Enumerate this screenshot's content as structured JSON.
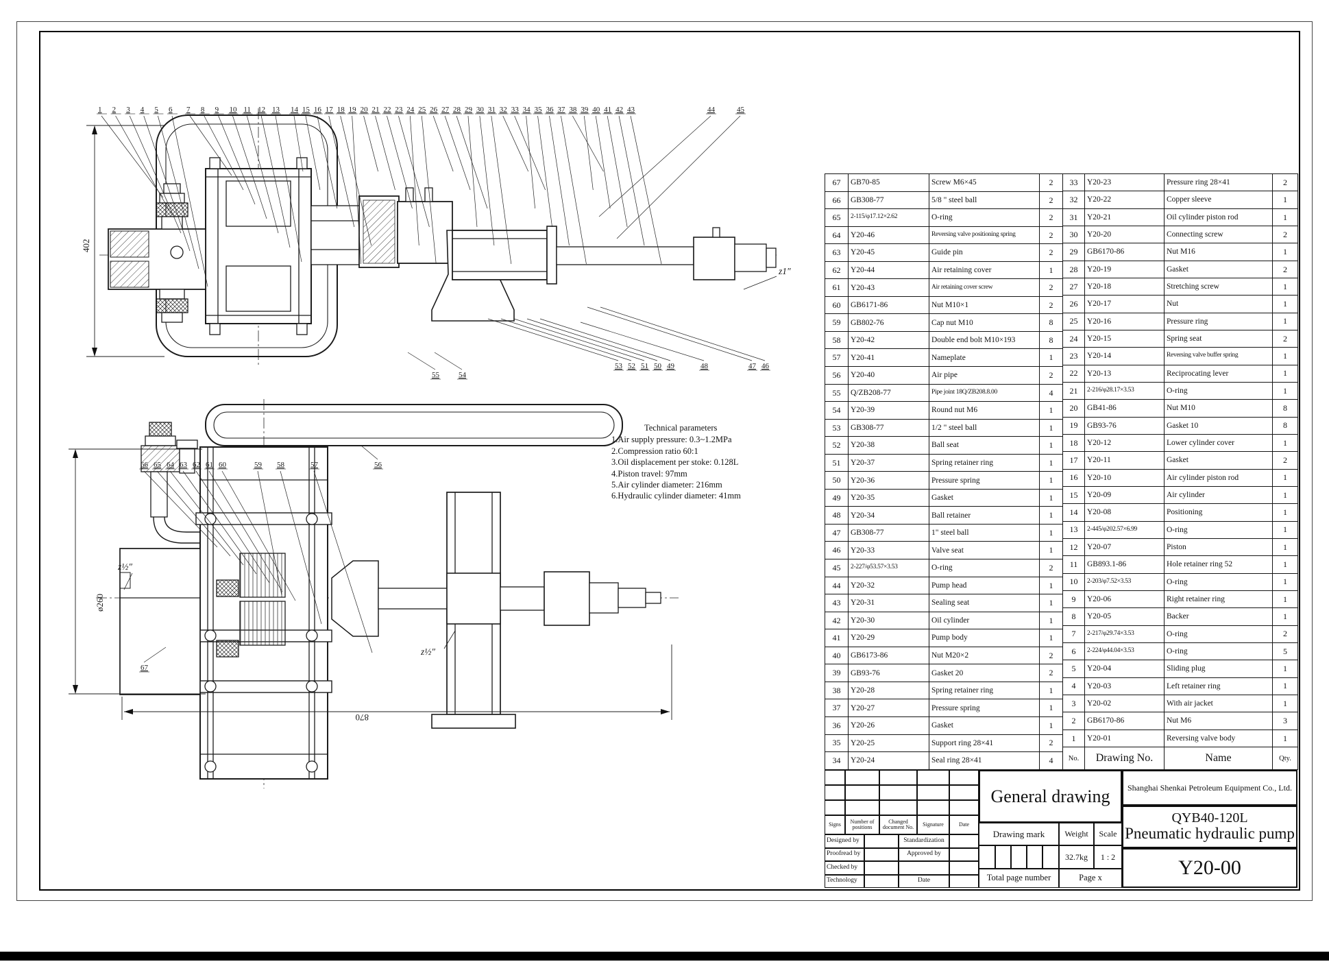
{
  "title_block": {
    "view_title": "General drawing",
    "company": "Shanghai Shenkai Petroleum Equipment Co., Ltd.",
    "model": "QYB40-120L",
    "product": "Pneumatic hydraulic pump",
    "drawing_no": "Y20-00",
    "drawing_mark_label": "Drawing mark",
    "weight_label": "Weight",
    "scale_label": "Scale",
    "weight_value": "32.7kg",
    "scale_value": "1 : 2",
    "total_page_label": "Total page number",
    "page_label": "Page x",
    "signs": "Signs",
    "positions": "Number of positions",
    "changed": "Changed document No.",
    "signature": "Signature",
    "date": "Date",
    "designed": "Designed by",
    "standardization": "Standardization",
    "proofread": "Proofread by",
    "approved": "Approved by",
    "checked": "Checked by",
    "technology": "Technology",
    "date2": "Date"
  },
  "tech_params": {
    "title": "Technical parameters",
    "lines": [
      "1.Air supply pressure: 0.3~1.2MPa",
      "2.Compression ratio 60:1",
      "3.Oil displacement per stoke: 0.128L",
      "4.Piston travel: 97mm",
      "5.Air cylinder diameter: 216mm",
      "6.Hydraulic cylinder diameter: 41mm"
    ]
  },
  "dims": {
    "height": "402",
    "diameter": "ø260",
    "length": "870"
  },
  "threads": {
    "t1": "z1″",
    "t2": "z½″",
    "t3": "z½″"
  },
  "callouts": {
    "top_row": [
      "1",
      "2",
      "3",
      "4",
      "5",
      "6",
      "7",
      "8",
      "9",
      "10",
      "11",
      "12",
      "13",
      "14",
      "15",
      "16",
      "17",
      "18",
      "19",
      "20",
      "21",
      "22",
      "23",
      "24",
      "25",
      "26",
      "27",
      "28",
      "29",
      "30",
      "31",
      "32",
      "33",
      "34",
      "35",
      "36",
      "37",
      "38",
      "39",
      "40",
      "41",
      "42",
      "43",
      "44",
      "45"
    ],
    "under_top_view": [
      "53",
      "52",
      "51",
      "50",
      "49",
      "48",
      "47",
      "46"
    ],
    "mid_labels": [
      "55",
      "54"
    ],
    "lower_row": [
      "66",
      "65",
      "64",
      "63",
      "62",
      "61",
      "60",
      "59",
      "58",
      "57",
      "56"
    ],
    "lower_left": "67"
  },
  "parts_left": {
    "rows": [
      [
        "67",
        "GB70-85",
        "Screw M6×45",
        "2"
      ],
      [
        "66",
        "GB308-77",
        "5/8 \" steel ball",
        "2"
      ],
      [
        "65",
        "2-115/φ17.12×2.62",
        "O-ring",
        "2"
      ],
      [
        "64",
        "Y20-46",
        "Reversing valve positioning spring",
        "2"
      ],
      [
        "63",
        "Y20-45",
        "Guide pin",
        "2"
      ],
      [
        "62",
        "Y20-44",
        "Air retaining cover",
        "1"
      ],
      [
        "61",
        "Y20-43",
        "Air retaining cover screw",
        "2"
      ],
      [
        "60",
        "GB6171-86",
        "Nut M10×1",
        "2"
      ],
      [
        "59",
        "GB802-76",
        "Cap nut M10",
        "8"
      ],
      [
        "58",
        "Y20-42",
        "Double end bolt M10×193",
        "8"
      ],
      [
        "57",
        "Y20-41",
        "Nameplate",
        "1"
      ],
      [
        "56",
        "Y20-40",
        "Air pipe",
        "2"
      ],
      [
        "55",
        "Q/ZB208-77",
        "Pipe joint 18Q/ZB208.8.00",
        "4"
      ],
      [
        "54",
        "Y20-39",
        "Round nut M6",
        "1"
      ],
      [
        "53",
        "GB308-77",
        "1/2 \" steel ball",
        "1"
      ],
      [
        "52",
        "Y20-38",
        "Ball seat",
        "1"
      ],
      [
        "51",
        "Y20-37",
        "Spring retainer ring",
        "1"
      ],
      [
        "50",
        "Y20-36",
        "Pressure spring",
        "1"
      ],
      [
        "49",
        "Y20-35",
        "Gasket",
        "1"
      ],
      [
        "48",
        "Y20-34",
        "Ball retainer",
        "1"
      ],
      [
        "47",
        "GB308-77",
        "1\" steel ball",
        "1"
      ],
      [
        "46",
        "Y20-33",
        "Valve seat",
        "1"
      ],
      [
        "45",
        "2-227/φ53.57×3.53",
        "O-ring",
        "2"
      ],
      [
        "44",
        "Y20-32",
        "Pump head",
        "1"
      ],
      [
        "43",
        "Y20-31",
        "Sealing seat",
        "1"
      ],
      [
        "42",
        "Y20-30",
        "Oil cylinder",
        "1"
      ],
      [
        "41",
        "Y20-29",
        "Pump body",
        "1"
      ],
      [
        "40",
        "GB6173-86",
        "Nut M20×2",
        "2"
      ],
      [
        "39",
        "GB93-76",
        "Gasket  20",
        "2"
      ],
      [
        "38",
        "Y20-28",
        "Spring retainer ring",
        "1"
      ],
      [
        "37",
        "Y20-27",
        "Pressure spring",
        "1"
      ],
      [
        "36",
        "Y20-26",
        "Gasket",
        "1"
      ],
      [
        "35",
        "Y20-25",
        "Support ring 28×41",
        "2"
      ],
      [
        "34",
        "Y20-24",
        "Seal ring 28×41",
        "4"
      ]
    ]
  },
  "parts_right": {
    "rows": [
      [
        "33",
        "Y20-23",
        "Pressure ring 28×41",
        "2"
      ],
      [
        "32",
        "Y20-22",
        "Copper sleeve",
        "1"
      ],
      [
        "31",
        "Y20-21",
        "Oil cylinder piston rod",
        "1"
      ],
      [
        "30",
        "Y20-20",
        "Connecting screw",
        "2"
      ],
      [
        "29",
        "GB6170-86",
        "Nut M16",
        "1"
      ],
      [
        "28",
        "Y20-19",
        "Gasket",
        "2"
      ],
      [
        "27",
        "Y20-18",
        "Stretching screw",
        "1"
      ],
      [
        "26",
        "Y20-17",
        "Nut",
        "1"
      ],
      [
        "25",
        "Y20-16",
        "Pressure ring",
        "1"
      ],
      [
        "24",
        "Y20-15",
        "Spring seat",
        "2"
      ],
      [
        "23",
        "Y20-14",
        "Reversing valve buffer spring",
        "1"
      ],
      [
        "22",
        "Y20-13",
        "Reciprocating lever",
        "1"
      ],
      [
        "21",
        "2-216/φ28.17×3.53",
        "O-ring",
        "1"
      ],
      [
        "20",
        "GB41-86",
        "Nut M10",
        "8"
      ],
      [
        "19",
        "GB93-76",
        "Gasket  10",
        "8"
      ],
      [
        "18",
        "Y20-12",
        "Lower cylinder cover",
        "1"
      ],
      [
        "17",
        "Y20-11",
        "Gasket",
        "2"
      ],
      [
        "16",
        "Y20-10",
        "Air cylinder piston rod",
        "1"
      ],
      [
        "15",
        "Y20-09",
        "Air cylinder",
        "1"
      ],
      [
        "14",
        "Y20-08",
        "Positioning",
        "1"
      ],
      [
        "13",
        "2-445/φ202.57×6.99",
        "O-ring",
        "1"
      ],
      [
        "12",
        "Y20-07",
        "Piston",
        "1"
      ],
      [
        "11",
        "GB893.1-86",
        "Hole retainer ring 52",
        "1"
      ],
      [
        "10",
        "2-203/φ7.52×3.53",
        "O-ring",
        "1"
      ],
      [
        "9",
        "Y20-06",
        "Right retainer ring",
        "1"
      ],
      [
        "8",
        "Y20-05",
        "Backer",
        "1"
      ],
      [
        "7",
        "2-217/φ29.74×3.53",
        "O-ring",
        "2"
      ],
      [
        "6",
        "2-224/φ44.04×3.53",
        "O-ring",
        "5"
      ],
      [
        "5",
        "Y20-04",
        "Sliding plug",
        "1"
      ],
      [
        "4",
        "Y20-03",
        "Left retainer ring",
        "1"
      ],
      [
        "3",
        "Y20-02",
        "With air jacket",
        "1"
      ],
      [
        "2",
        "GB6170-86",
        "Nut M6",
        "3"
      ],
      [
        "1",
        "Y20-01",
        "Reversing valve body",
        "1"
      ]
    ],
    "footer": [
      "No.",
      "Drawing No.",
      "Name",
      "Qty."
    ]
  }
}
